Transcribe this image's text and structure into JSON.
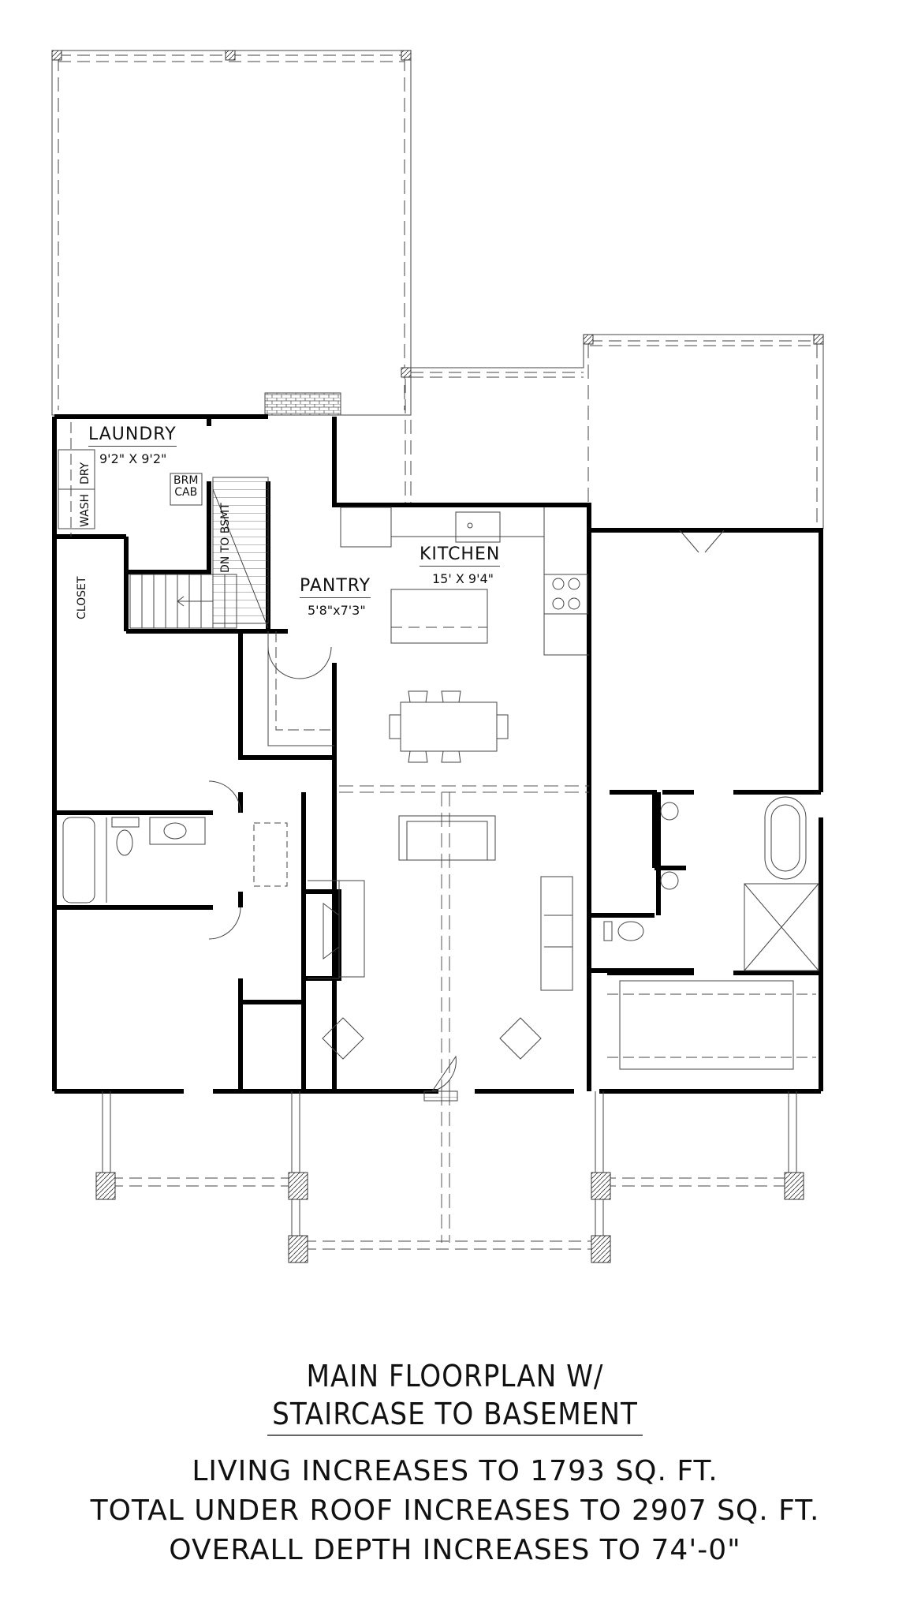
{
  "plan": {
    "rooms": {
      "laundry": {
        "name": "LAUNDRY",
        "dim": "9'2\" X 9'2\""
      },
      "kitchen": {
        "name": "KITCHEN",
        "dim": "15' X 9'4\""
      },
      "pantry": {
        "name": "PANTRY",
        "dim": "5'8\"x7'3\""
      },
      "closet": {
        "name": "CLOSET"
      }
    },
    "fixtures": {
      "dry": "DRY",
      "wash": "WASH",
      "brm_cab_line1": "BRM",
      "brm_cab_line2": "CAB",
      "stair": "DN TO BSMT"
    }
  },
  "caption": {
    "title_line1": "MAIN FLOORPLAN W/",
    "title_line2": "STAIRCASE TO BASEMENT",
    "info": [
      "LIVING INCREASES TO 1793 SQ. FT.",
      "TOTAL UNDER ROOF INCREASES TO 2907 SQ. FT.",
      "OVERALL DEPTH INCREASES TO 74'-0\""
    ]
  },
  "colors": {
    "wall": "#000000",
    "line": "#333333",
    "dash": "#555555",
    "background": "#ffffff"
  }
}
